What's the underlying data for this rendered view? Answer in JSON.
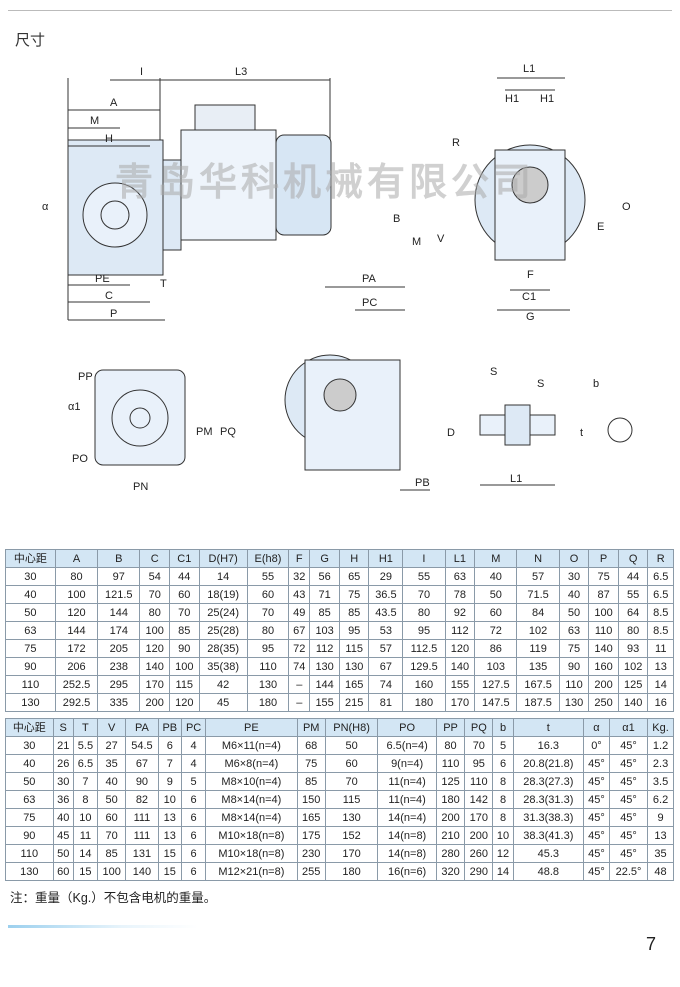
{
  "section_title": "尺寸",
  "watermark": "青岛华科机械有限公司",
  "drawing_labels": {
    "I": "I",
    "L3": "L3",
    "A": "A",
    "M": "M",
    "H": "H",
    "alpha": "α",
    "PE": "PE",
    "C": "C",
    "P": "P",
    "T": "T",
    "L1": "L1",
    "H1a": "H1",
    "H1b": "H1",
    "R": "R",
    "B": "B",
    "M2": "M",
    "V": "V",
    "O": "O",
    "E": "E",
    "F": "F",
    "C1": "C1",
    "G": "G",
    "PA": "PA",
    "PC": "PC",
    "PP": "PP",
    "alpha1": "α1",
    "PO": "PO",
    "PN": "PN",
    "PM": "PM",
    "PQ": "PQ",
    "S1": "S",
    "S2": "S",
    "D": "D",
    "L1b": "L1",
    "b": "b",
    "t": "t",
    "PB": "PB"
  },
  "table1": {
    "headers": [
      "中心距",
      "A",
      "B",
      "C",
      "C1",
      "D(H7)",
      "E(h8)",
      "F",
      "G",
      "H",
      "H1",
      "I",
      "L1",
      "M",
      "N",
      "O",
      "P",
      "Q",
      "R"
    ],
    "rows": [
      [
        "30",
        "80",
        "97",
        "54",
        "44",
        "14",
        "55",
        "32",
        "56",
        "65",
        "29",
        "55",
        "63",
        "40",
        "57",
        "30",
        "75",
        "44",
        "6.5"
      ],
      [
        "40",
        "100",
        "121.5",
        "70",
        "60",
        "18(19)",
        "60",
        "43",
        "71",
        "75",
        "36.5",
        "70",
        "78",
        "50",
        "71.5",
        "40",
        "87",
        "55",
        "6.5"
      ],
      [
        "50",
        "120",
        "144",
        "80",
        "70",
        "25(24)",
        "70",
        "49",
        "85",
        "85",
        "43.5",
        "80",
        "92",
        "60",
        "84",
        "50",
        "100",
        "64",
        "8.5"
      ],
      [
        "63",
        "144",
        "174",
        "100",
        "85",
        "25(28)",
        "80",
        "67",
        "103",
        "95",
        "53",
        "95",
        "112",
        "72",
        "102",
        "63",
        "110",
        "80",
        "8.5"
      ],
      [
        "75",
        "172",
        "205",
        "120",
        "90",
        "28(35)",
        "95",
        "72",
        "112",
        "115",
        "57",
        "112.5",
        "120",
        "86",
        "119",
        "75",
        "140",
        "93",
        "11"
      ],
      [
        "90",
        "206",
        "238",
        "140",
        "100",
        "35(38)",
        "110",
        "74",
        "130",
        "130",
        "67",
        "129.5",
        "140",
        "103",
        "135",
        "90",
        "160",
        "102",
        "13"
      ],
      [
        "110",
        "252.5",
        "295",
        "170",
        "115",
        "42",
        "130",
        "–",
        "144",
        "165",
        "74",
        "160",
        "155",
        "127.5",
        "167.5",
        "110",
        "200",
        "125",
        "14"
      ],
      [
        "130",
        "292.5",
        "335",
        "200",
        "120",
        "45",
        "180",
        "–",
        "155",
        "215",
        "81",
        "180",
        "170",
        "147.5",
        "187.5",
        "130",
        "250",
        "140",
        "16"
      ]
    ]
  },
  "table2": {
    "headers": [
      "中心距",
      "S",
      "T",
      "V",
      "PA",
      "PB",
      "PC",
      "PE",
      "PM",
      "PN(H8)",
      "PO",
      "PP",
      "PQ",
      "b",
      "t",
      "α",
      "α1",
      "Kg."
    ],
    "rows": [
      [
        "30",
        "21",
        "5.5",
        "27",
        "54.5",
        "6",
        "4",
        "M6×11(n=4)",
        "68",
        "50",
        "6.5(n=4)",
        "80",
        "70",
        "5",
        "16.3",
        "0°",
        "45°",
        "1.2"
      ],
      [
        "40",
        "26",
        "6.5",
        "35",
        "67",
        "7",
        "4",
        "M6×8(n=4)",
        "75",
        "60",
        "9(n=4)",
        "110",
        "95",
        "6",
        "20.8(21.8)",
        "45°",
        "45°",
        "2.3"
      ],
      [
        "50",
        "30",
        "7",
        "40",
        "90",
        "9",
        "5",
        "M8×10(n=4)",
        "85",
        "70",
        "11(n=4)",
        "125",
        "110",
        "8",
        "28.3(27.3)",
        "45°",
        "45°",
        "3.5"
      ],
      [
        "63",
        "36",
        "8",
        "50",
        "82",
        "10",
        "6",
        "M8×14(n=4)",
        "150",
        "115",
        "11(n=4)",
        "180",
        "142",
        "8",
        "28.3(31.3)",
        "45°",
        "45°",
        "6.2"
      ],
      [
        "75",
        "40",
        "10",
        "60",
        "111",
        "13",
        "6",
        "M8×14(n=4)",
        "165",
        "130",
        "14(n=4)",
        "200",
        "170",
        "8",
        "31.3(38.3)",
        "45°",
        "45°",
        "9"
      ],
      [
        "90",
        "45",
        "11",
        "70",
        "111",
        "13",
        "6",
        "M10×18(n=8)",
        "175",
        "152",
        "14(n=8)",
        "210",
        "200",
        "10",
        "38.3(41.3)",
        "45°",
        "45°",
        "13"
      ],
      [
        "110",
        "50",
        "14",
        "85",
        "131",
        "15",
        "6",
        "M10×18(n=8)",
        "230",
        "170",
        "14(n=8)",
        "280",
        "260",
        "12",
        "45.3",
        "45°",
        "45°",
        "35"
      ],
      [
        "130",
        "60",
        "15",
        "100",
        "140",
        "15",
        "6",
        "M12×21(n=8)",
        "255",
        "180",
        "16(n=6)",
        "320",
        "290",
        "14",
        "48.8",
        "45°",
        "22.5°",
        "48"
      ]
    ]
  },
  "note": "注：重量（Kg.）不包含电机的重量。",
  "page_number": "7"
}
